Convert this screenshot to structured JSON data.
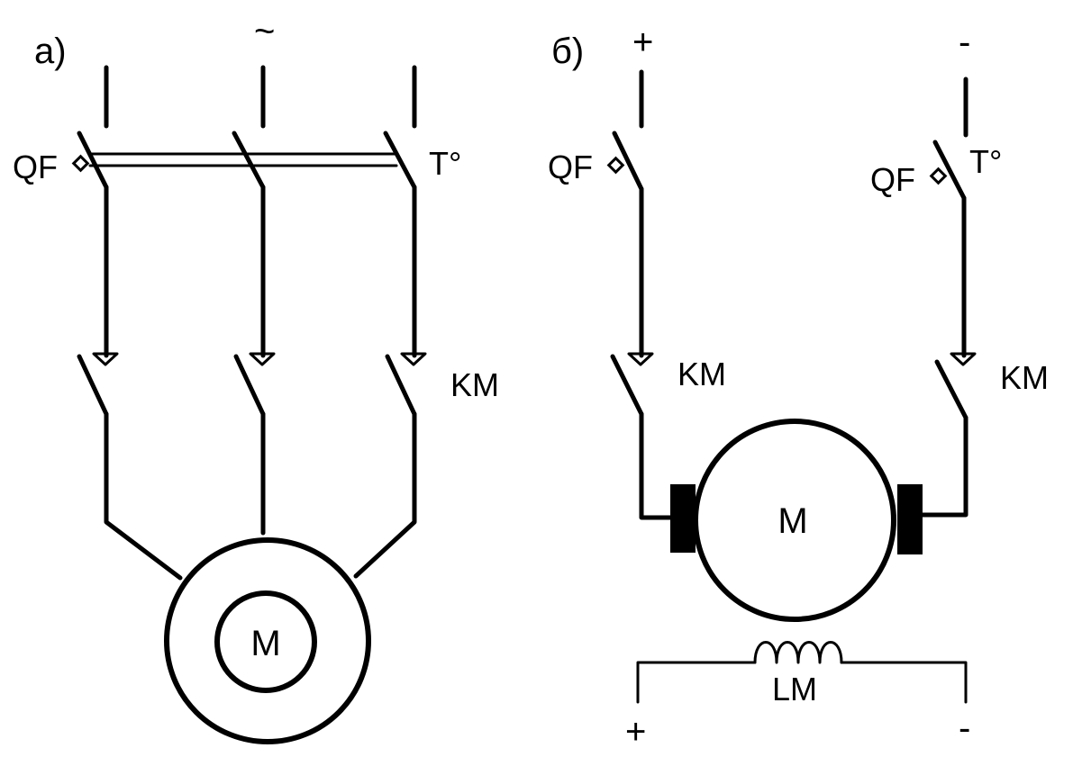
{
  "diagram_a": {
    "panel_label": "а)",
    "supply_symbol": "~",
    "breaker_label": "QF",
    "thermal_label": "T°",
    "contactor_label": "KM",
    "motor_label": "M"
  },
  "diagram_b": {
    "panel_label": "б)",
    "supply_plus": "+",
    "supply_minus": "-",
    "breaker_left_label": "QF",
    "breaker_right_label": "QF",
    "thermal_label": "T°",
    "contactor_left_label": "KM",
    "contactor_right_label": "KM",
    "motor_label": "M",
    "field_winding_label": "LM",
    "field_plus": "+",
    "field_minus": "-"
  }
}
